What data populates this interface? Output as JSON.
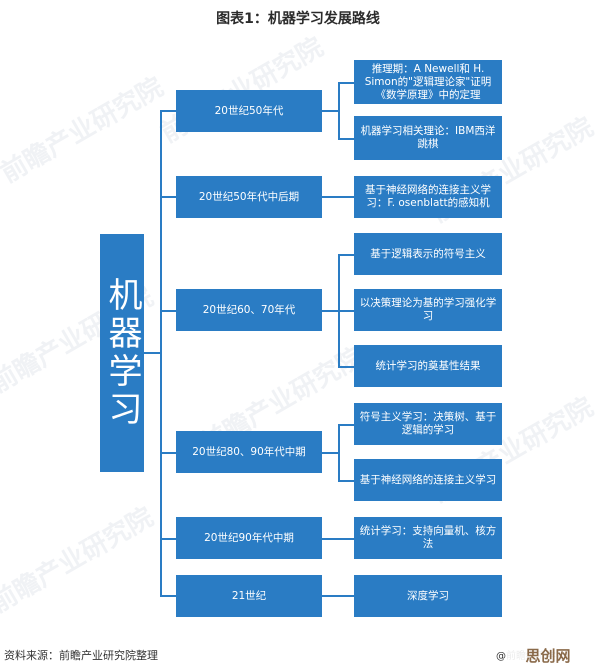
{
  "title": "图表1：机器学习发展路线",
  "root": "机器学习",
  "eras": [
    {
      "label": "20世纪50年代",
      "items": [
        "推理期：A Newell和 H. Simon的\"逻辑理论家\"证明《数学原理》中的定理",
        "机器学习相关理论：IBM西洋跳棋"
      ]
    },
    {
      "label": "20世纪50年代中后期",
      "items": [
        "基于神经网络的连接主义学习：F. osenblatt的感知机"
      ]
    },
    {
      "label": "20世纪60、70年代",
      "items": [
        "基于逻辑表示的符号主义",
        "以决策理论为基的学习强化学习",
        "统计学习的奠基性结果"
      ]
    },
    {
      "label": "20世纪80、90年代中期",
      "items": [
        "符号主义学习：决策树、基于逻辑的学习",
        "基于神经网络的连接主义学习"
      ]
    },
    {
      "label": "20世纪90年代中期",
      "items": [
        "统计学习：支持向量机、核方法"
      ]
    },
    {
      "label": "21世纪",
      "items": [
        "深度学习"
      ]
    }
  ],
  "watermark": "前瞻产业研究院",
  "footer": {
    "source": "资料来源：前瞻产业研究院整理",
    "right": "@前瞻经济学"
  },
  "brand": "思创网",
  "colors": {
    "box": "#2a7cc4",
    "text": "#ffffff"
  }
}
